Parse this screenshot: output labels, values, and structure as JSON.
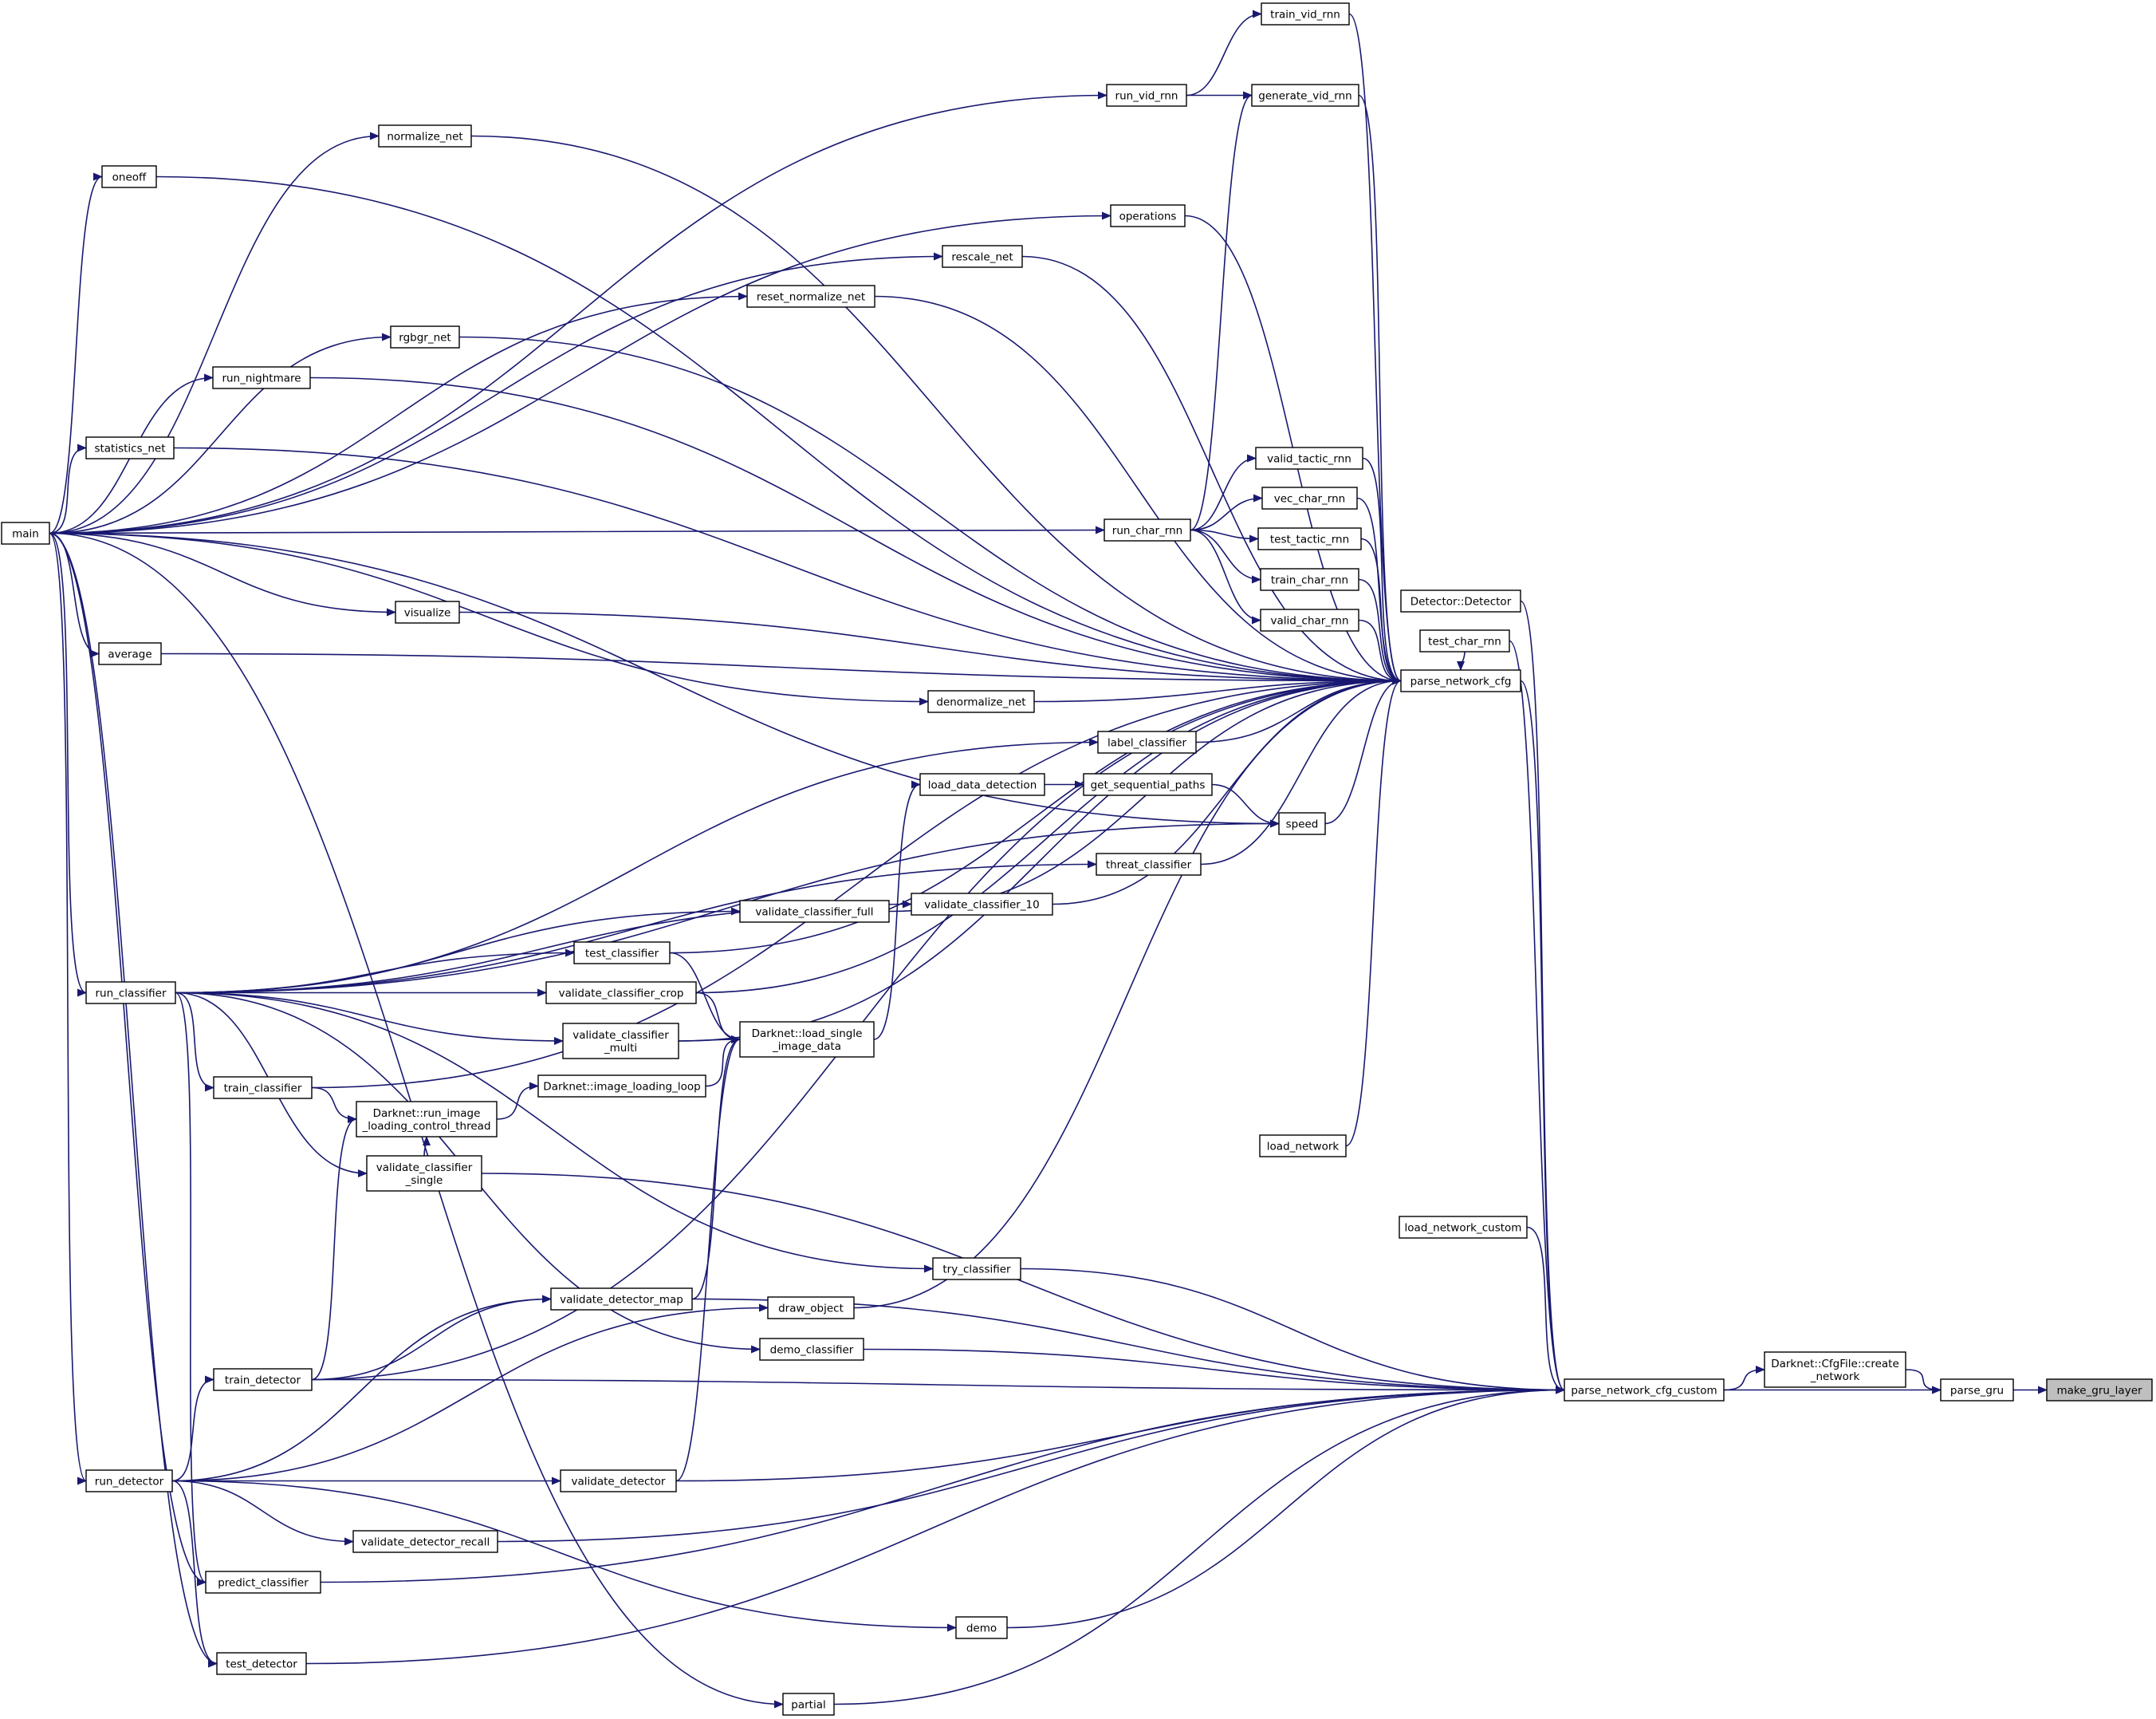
{
  "colors": {
    "edge": "#191970",
    "node_border": "#000000",
    "node_fill": "#ffffff",
    "highlight_fill": "#bfbfbf"
  },
  "highlighted_node": "make_gru_layer",
  "nodes": [
    {
      "id": "main",
      "lines": [
        "main"
      ]
    },
    {
      "id": "train_vid_rnn",
      "lines": [
        "train_vid_rnn"
      ]
    },
    {
      "id": "run_vid_rnn",
      "lines": [
        "run_vid_rnn"
      ]
    },
    {
      "id": "generate_vid_rnn",
      "lines": [
        "generate_vid_rnn"
      ]
    },
    {
      "id": "normalize_net",
      "lines": [
        "normalize_net"
      ]
    },
    {
      "id": "oneoff",
      "lines": [
        "oneoff"
      ]
    },
    {
      "id": "operations",
      "lines": [
        "operations"
      ]
    },
    {
      "id": "rescale_net",
      "lines": [
        "rescale_net"
      ]
    },
    {
      "id": "reset_normalize_net",
      "lines": [
        "reset_normalize_net"
      ]
    },
    {
      "id": "rgbgr_net",
      "lines": [
        "rgbgr_net"
      ]
    },
    {
      "id": "run_nightmare",
      "lines": [
        "run_nightmare"
      ]
    },
    {
      "id": "statistics_net",
      "lines": [
        "statistics_net"
      ]
    },
    {
      "id": "valid_tactic_rnn",
      "lines": [
        "valid_tactic_rnn"
      ]
    },
    {
      "id": "vec_char_rnn",
      "lines": [
        "vec_char_rnn"
      ]
    },
    {
      "id": "run_char_rnn",
      "lines": [
        "run_char_rnn"
      ]
    },
    {
      "id": "test_tactic_rnn",
      "lines": [
        "test_tactic_rnn"
      ]
    },
    {
      "id": "train_char_rnn",
      "lines": [
        "train_char_rnn"
      ]
    },
    {
      "id": "detector_detector",
      "lines": [
        "Detector::Detector"
      ]
    },
    {
      "id": "visualize",
      "lines": [
        "visualize"
      ]
    },
    {
      "id": "valid_char_rnn",
      "lines": [
        "valid_char_rnn"
      ]
    },
    {
      "id": "test_char_rnn",
      "lines": [
        "test_char_rnn"
      ]
    },
    {
      "id": "average",
      "lines": [
        "average"
      ]
    },
    {
      "id": "parse_network_cfg",
      "lines": [
        "parse_network_cfg"
      ]
    },
    {
      "id": "denormalize_net",
      "lines": [
        "denormalize_net"
      ]
    },
    {
      "id": "label_classifier",
      "lines": [
        "label_classifier"
      ]
    },
    {
      "id": "load_data_detection",
      "lines": [
        "load_data_detection"
      ]
    },
    {
      "id": "get_sequential_paths",
      "lines": [
        "get_sequential_paths"
      ]
    },
    {
      "id": "speed",
      "lines": [
        "speed"
      ]
    },
    {
      "id": "threat_classifier",
      "lines": [
        "threat_classifier"
      ]
    },
    {
      "id": "validate_classifier_10",
      "lines": [
        "validate_classifier_10"
      ]
    },
    {
      "id": "validate_classifier_full",
      "lines": [
        "validate_classifier_full"
      ]
    },
    {
      "id": "test_classifier",
      "lines": [
        "test_classifier"
      ]
    },
    {
      "id": "run_classifier",
      "lines": [
        "run_classifier"
      ]
    },
    {
      "id": "validate_classifier_crop",
      "lines": [
        "validate_classifier_crop"
      ]
    },
    {
      "id": "load_single_image_data",
      "lines": [
        "Darknet::load_single",
        "_image_data"
      ]
    },
    {
      "id": "validate_classifier_multi",
      "lines": [
        "validate_classifier",
        "_multi"
      ]
    },
    {
      "id": "image_loading_loop",
      "lines": [
        "Darknet::image_loading_loop"
      ]
    },
    {
      "id": "train_classifier",
      "lines": [
        "train_classifier"
      ]
    },
    {
      "id": "run_image_loading_control_thread",
      "lines": [
        "Darknet::run_image",
        "_loading_control_thread"
      ]
    },
    {
      "id": "load_network",
      "lines": [
        "load_network"
      ]
    },
    {
      "id": "validate_classifier_single",
      "lines": [
        "validate_classifier",
        "_single"
      ]
    },
    {
      "id": "load_network_custom",
      "lines": [
        "load_network_custom"
      ]
    },
    {
      "id": "try_classifier",
      "lines": [
        "try_classifier"
      ]
    },
    {
      "id": "validate_detector_map",
      "lines": [
        "validate_detector_map"
      ]
    },
    {
      "id": "draw_object",
      "lines": [
        "draw_object"
      ]
    },
    {
      "id": "demo_classifier",
      "lines": [
        "demo_classifier"
      ]
    },
    {
      "id": "cfgfile_create_network",
      "lines": [
        "Darknet::CfgFile::create",
        "_network"
      ]
    },
    {
      "id": "train_detector",
      "lines": [
        "train_detector"
      ]
    },
    {
      "id": "parse_network_cfg_custom",
      "lines": [
        "parse_network_cfg_custom"
      ]
    },
    {
      "id": "parse_gru",
      "lines": [
        "parse_gru"
      ]
    },
    {
      "id": "make_gru_layer",
      "lines": [
        "make_gru_layer"
      ]
    },
    {
      "id": "run_detector",
      "lines": [
        "run_detector"
      ]
    },
    {
      "id": "validate_detector",
      "lines": [
        "validate_detector"
      ]
    },
    {
      "id": "validate_detector_recall",
      "lines": [
        "validate_detector_recall"
      ]
    },
    {
      "id": "predict_classifier",
      "lines": [
        "predict_classifier"
      ]
    },
    {
      "id": "demo",
      "lines": [
        "demo"
      ]
    },
    {
      "id": "test_detector",
      "lines": [
        "test_detector"
      ]
    },
    {
      "id": "partial",
      "lines": [
        "partial"
      ]
    }
  ],
  "edges": [
    {
      "from": "parse_gru",
      "to": "make_gru_layer"
    },
    {
      "from": "cfgfile_create_network",
      "to": "parse_gru"
    },
    {
      "from": "parse_network_cfg_custom",
      "to": "parse_gru"
    },
    {
      "from": "parse_network_cfg_custom",
      "to": "cfgfile_create_network"
    },
    {
      "from": "parse_network_cfg",
      "to": "parse_network_cfg_custom"
    },
    {
      "from": "detector_detector",
      "to": "parse_network_cfg_custom"
    },
    {
      "from": "test_char_rnn",
      "to": "parse_network_cfg_custom"
    },
    {
      "from": "load_network_custom",
      "to": "parse_network_cfg_custom"
    },
    {
      "from": "validate_classifier_single",
      "to": "parse_network_cfg_custom"
    },
    {
      "from": "try_classifier",
      "to": "parse_network_cfg_custom"
    },
    {
      "from": "validate_detector_map",
      "to": "parse_network_cfg_custom"
    },
    {
      "from": "demo_classifier",
      "to": "parse_network_cfg_custom"
    },
    {
      "from": "train_detector",
      "to": "parse_network_cfg_custom"
    },
    {
      "from": "validate_detector",
      "to": "parse_network_cfg_custom"
    },
    {
      "from": "validate_detector_recall",
      "to": "parse_network_cfg_custom"
    },
    {
      "from": "predict_classifier",
      "to": "parse_network_cfg_custom"
    },
    {
      "from": "demo",
      "to": "parse_network_cfg_custom"
    },
    {
      "from": "test_detector",
      "to": "parse_network_cfg_custom"
    },
    {
      "from": "partial",
      "to": "parse_network_cfg_custom"
    },
    {
      "from": "train_vid_rnn",
      "to": "parse_network_cfg"
    },
    {
      "from": "generate_vid_rnn",
      "to": "parse_network_cfg"
    },
    {
      "from": "normalize_net",
      "to": "parse_network_cfg"
    },
    {
      "from": "oneoff",
      "to": "parse_network_cfg"
    },
    {
      "from": "operations",
      "to": "parse_network_cfg"
    },
    {
      "from": "rescale_net",
      "to": "parse_network_cfg"
    },
    {
      "from": "reset_normalize_net",
      "to": "parse_network_cfg"
    },
    {
      "from": "rgbgr_net",
      "to": "parse_network_cfg"
    },
    {
      "from": "run_nightmare",
      "to": "parse_network_cfg"
    },
    {
      "from": "statistics_net",
      "to": "parse_network_cfg"
    },
    {
      "from": "valid_tactic_rnn",
      "to": "parse_network_cfg"
    },
    {
      "from": "vec_char_rnn",
      "to": "parse_network_cfg"
    },
    {
      "from": "test_tactic_rnn",
      "to": "parse_network_cfg"
    },
    {
      "from": "train_char_rnn",
      "to": "parse_network_cfg"
    },
    {
      "from": "valid_char_rnn",
      "to": "parse_network_cfg"
    },
    {
      "from": "test_char_rnn",
      "to": "parse_network_cfg"
    },
    {
      "from": "visualize",
      "to": "parse_network_cfg"
    },
    {
      "from": "average",
      "to": "parse_network_cfg"
    },
    {
      "from": "denormalize_net",
      "to": "parse_network_cfg"
    },
    {
      "from": "label_classifier",
      "to": "parse_network_cfg"
    },
    {
      "from": "speed",
      "to": "parse_network_cfg"
    },
    {
      "from": "threat_classifier",
      "to": "parse_network_cfg"
    },
    {
      "from": "validate_classifier_10",
      "to": "parse_network_cfg"
    },
    {
      "from": "validate_classifier_full",
      "to": "parse_network_cfg"
    },
    {
      "from": "test_classifier",
      "to": "parse_network_cfg"
    },
    {
      "from": "validate_classifier_crop",
      "to": "parse_network_cfg"
    },
    {
      "from": "validate_classifier_multi",
      "to": "parse_network_cfg"
    },
    {
      "from": "train_classifier",
      "to": "parse_network_cfg"
    },
    {
      "from": "load_network",
      "to": "parse_network_cfg"
    },
    {
      "from": "draw_object",
      "to": "parse_network_cfg"
    },
    {
      "from": "train_detector",
      "to": "parse_network_cfg"
    },
    {
      "from": "run_char_rnn",
      "to": "generate_vid_rnn"
    },
    {
      "from": "run_char_rnn",
      "to": "valid_tactic_rnn"
    },
    {
      "from": "run_char_rnn",
      "to": "vec_char_rnn"
    },
    {
      "from": "run_char_rnn",
      "to": "test_tactic_rnn"
    },
    {
      "from": "run_char_rnn",
      "to": "train_char_rnn"
    },
    {
      "from": "run_char_rnn",
      "to": "valid_char_rnn"
    },
    {
      "from": "run_vid_rnn",
      "to": "train_vid_rnn"
    },
    {
      "from": "run_vid_rnn",
      "to": "generate_vid_rnn"
    },
    {
      "from": "main",
      "to": "run_vid_rnn"
    },
    {
      "from": "main",
      "to": "normalize_net"
    },
    {
      "from": "main",
      "to": "oneoff"
    },
    {
      "from": "main",
      "to": "operations"
    },
    {
      "from": "main",
      "to": "rescale_net"
    },
    {
      "from": "main",
      "to": "reset_normalize_net"
    },
    {
      "from": "main",
      "to": "rgbgr_net"
    },
    {
      "from": "main",
      "to": "run_nightmare"
    },
    {
      "from": "main",
      "to": "statistics_net"
    },
    {
      "from": "main",
      "to": "run_char_rnn"
    },
    {
      "from": "main",
      "to": "visualize"
    },
    {
      "from": "main",
      "to": "average"
    },
    {
      "from": "main",
      "to": "denormalize_net"
    },
    {
      "from": "main",
      "to": "speed"
    },
    {
      "from": "main",
      "to": "run_classifier"
    },
    {
      "from": "main",
      "to": "run_detector"
    },
    {
      "from": "main",
      "to": "predict_classifier"
    },
    {
      "from": "main",
      "to": "test_detector"
    },
    {
      "from": "main",
      "to": "partial"
    },
    {
      "from": "get_sequential_paths",
      "to": "speed"
    },
    {
      "from": "load_data_detection",
      "to": "get_sequential_paths"
    },
    {
      "from": "load_single_image_data",
      "to": "load_data_detection"
    },
    {
      "from": "image_loading_loop",
      "to": "load_single_image_data"
    },
    {
      "from": "validate_detector_map",
      "to": "load_single_image_data"
    },
    {
      "from": "validate_detector",
      "to": "load_single_image_data"
    },
    {
      "from": "test_classifier",
      "to": "load_single_image_data"
    },
    {
      "from": "validate_classifier_crop",
      "to": "load_single_image_data"
    },
    {
      "from": "validate_classifier_multi",
      "to": "load_single_image_data"
    },
    {
      "from": "run_image_loading_control_thread",
      "to": "image_loading_loop"
    },
    {
      "from": "train_classifier",
      "to": "run_image_loading_control_thread"
    },
    {
      "from": "train_detector",
      "to": "run_image_loading_control_thread"
    },
    {
      "from": "validate_classifier_single",
      "to": "run_image_loading_control_thread"
    },
    {
      "from": "run_classifier",
      "to": "label_classifier"
    },
    {
      "from": "run_classifier",
      "to": "threat_classifier"
    },
    {
      "from": "run_classifier",
      "to": "validate_classifier_10"
    },
    {
      "from": "run_classifier",
      "to": "validate_classifier_full"
    },
    {
      "from": "run_classifier",
      "to": "test_classifier"
    },
    {
      "from": "run_classifier",
      "to": "validate_classifier_crop"
    },
    {
      "from": "run_classifier",
      "to": "validate_classifier_multi"
    },
    {
      "from": "run_classifier",
      "to": "train_classifier"
    },
    {
      "from": "run_classifier",
      "to": "validate_classifier_single"
    },
    {
      "from": "run_classifier",
      "to": "try_classifier"
    },
    {
      "from": "run_classifier",
      "to": "demo_classifier"
    },
    {
      "from": "run_classifier",
      "to": "speed"
    },
    {
      "from": "run_classifier",
      "to": "predict_classifier"
    },
    {
      "from": "run_detector",
      "to": "validate_detector_map"
    },
    {
      "from": "run_detector",
      "to": "draw_object"
    },
    {
      "from": "run_detector",
      "to": "train_detector"
    },
    {
      "from": "run_detector",
      "to": "validate_detector"
    },
    {
      "from": "run_detector",
      "to": "validate_detector_recall"
    },
    {
      "from": "run_detector",
      "to": "demo"
    },
    {
      "from": "run_detector",
      "to": "test_detector"
    },
    {
      "from": "train_detector",
      "to": "validate_detector_map"
    }
  ]
}
